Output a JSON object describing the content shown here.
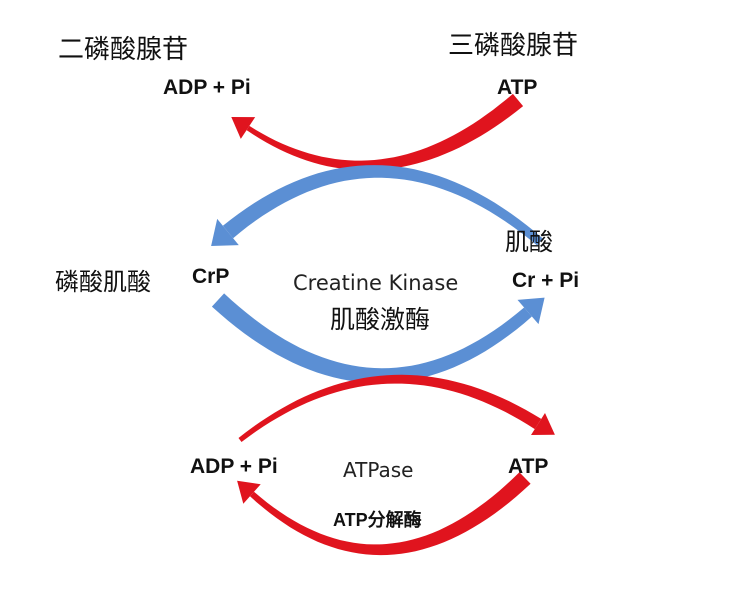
{
  "labels": {
    "adp_top_cn": "二磷酸腺苷",
    "adp_top": "ADP + Pi",
    "atp_top_cn": "三磷酸腺苷",
    "atp_top": "ATP",
    "creatine_cn": "肌酸",
    "crp_cn": "磷酸肌酸",
    "crp": "CrP",
    "enzyme_en": "Creatine Kinase",
    "enzyme_cn": "肌酸激酶",
    "cr_pi": "Cr + Pi",
    "adp_bottom": "ADP + Pi",
    "atpase": "ATPase",
    "atp_bottom": "ATP",
    "atpase_cn": "ATP分解酶"
  },
  "colors": {
    "red_arrow": "#e0141e",
    "blue_arrow": "#5b8fd4"
  }
}
